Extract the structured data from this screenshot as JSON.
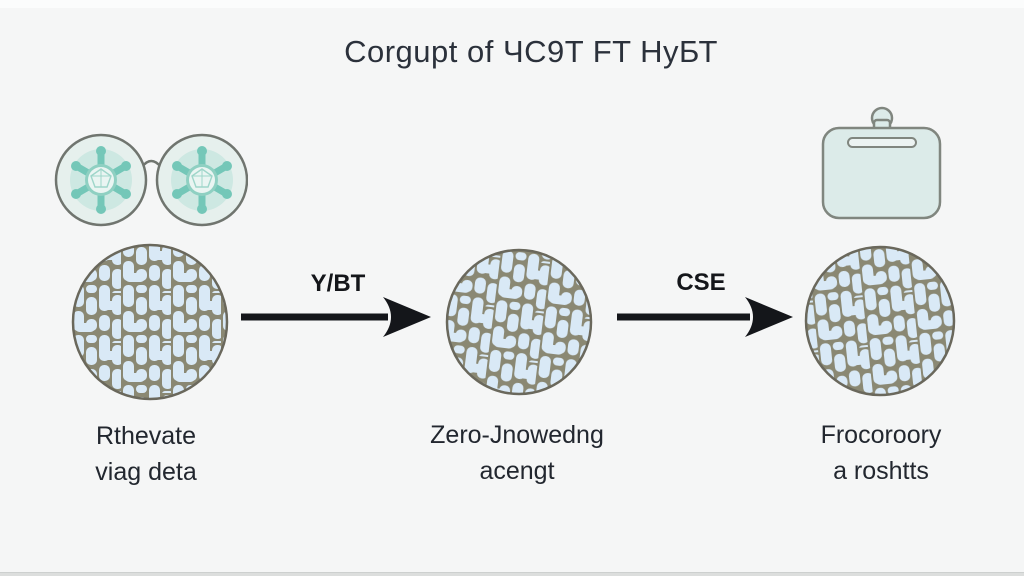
{
  "title": "Corgupt of ЧC9T FT НуБТ",
  "steps": [
    {
      "caption_line1": "Rthevate",
      "caption_line2": "viag deta"
    },
    {
      "caption_line1": "Zero-Jnowedng",
      "caption_line2": "acengt"
    },
    {
      "caption_line1": "Frocoroory",
      "caption_line2": "a roshtts"
    }
  ],
  "arrows": [
    {
      "label": "Y/BT"
    },
    {
      "label": "CSE"
    }
  ],
  "icons": {
    "top_left": "molecule-glasses-icon",
    "top_right": "clipboard-icon"
  },
  "colors": {
    "background": "#f5f6f6",
    "title_text": "#2b313b",
    "caption_text": "#22272f",
    "arrow_black": "#14161a",
    "texture_blob_fill": "#d9e9f6",
    "texture_line": "#8a8873",
    "circle_outline": "#6a685c",
    "teal_dark": "#74c7b8",
    "teal_mid": "#a9dcd2",
    "teal_light": "#cde8e2",
    "lens_fill": "#e6f0ed",
    "clipboard_fill": "#dcebe9",
    "icon_outline": "#80867f"
  }
}
